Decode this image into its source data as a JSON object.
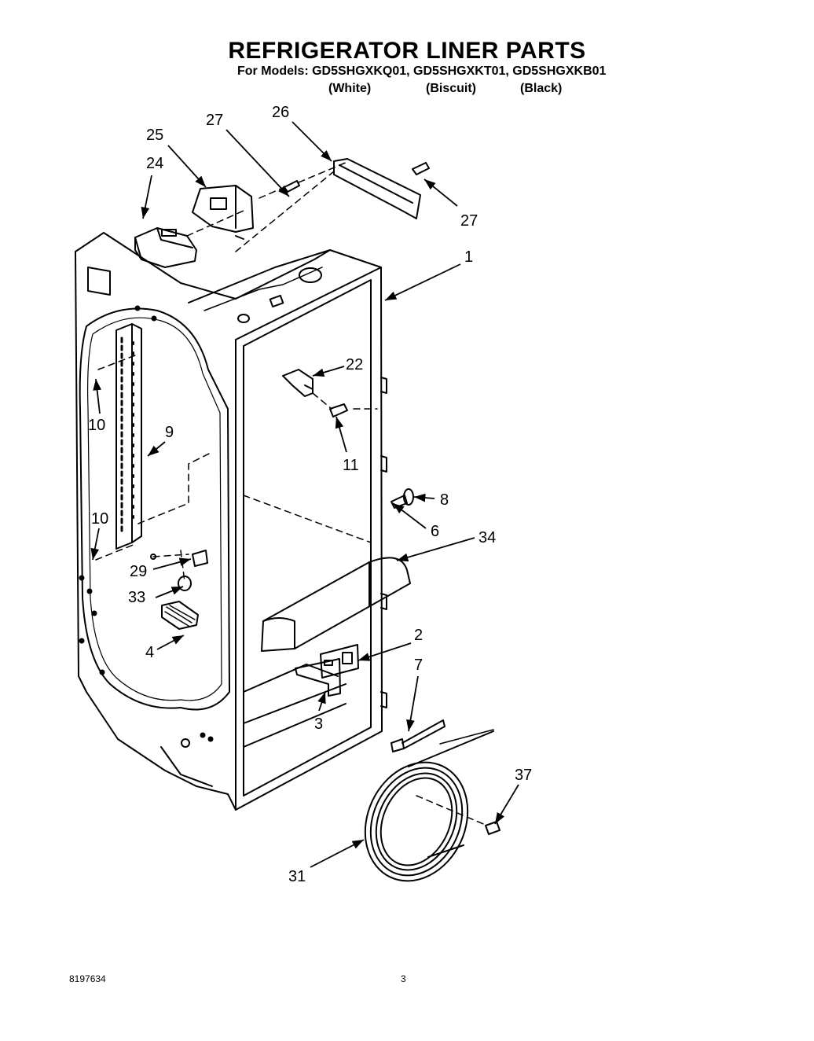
{
  "header": {
    "title": "REFRIGERATOR LINER PARTS",
    "models_line": "For Models: GD5SHGXKQ01, GD5SHGXKT01, GD5SHGXKB01",
    "variants": [
      "(White)",
      "(Biscuit)",
      "(Black)"
    ]
  },
  "callouts": {
    "c1": "1",
    "c2": "2",
    "c3": "3",
    "c4": "4",
    "c6": "6",
    "c7": "7",
    "c8": "8",
    "c9": "9",
    "c10a": "10",
    "c10b": "10",
    "c11": "11",
    "c22": "22",
    "c24": "24",
    "c25": "25",
    "c26": "26",
    "c27a": "27",
    "c27b": "27",
    "c29": "29",
    "c31": "31",
    "c33": "33",
    "c34": "34",
    "c37": "37"
  },
  "footer": {
    "doc_number": "8197634",
    "page_number": "3"
  }
}
